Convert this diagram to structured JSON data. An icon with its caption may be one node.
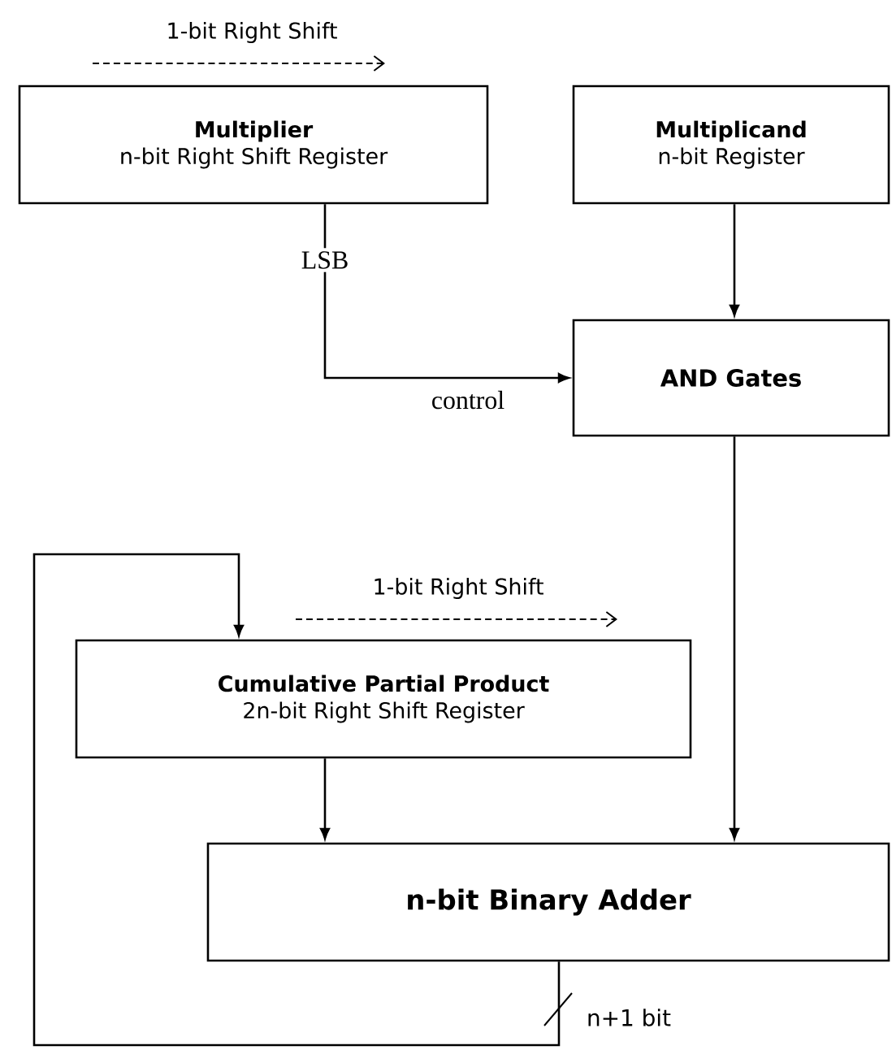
{
  "diagram": {
    "nodes": [
      {
        "text": [
          "Multiplier",
          "n-bit Right Shift Register"
        ]
      },
      {
        "text": [
          "Multiplicand",
          "n-bit Register"
        ]
      },
      {
        "text": [
          "AND Gates"
        ]
      },
      {
        "text": [
          "Cumulative Partial Product",
          "2n-bit Right Shift Register"
        ]
      },
      {
        "text": [
          "n-bit Binary Adder"
        ]
      }
    ],
    "edges": [
      {
        "from": 0,
        "to": 2,
        "arrow": "to",
        "label": "LSB"
      },
      {
        "from": 1,
        "to": 2,
        "arrow": "to"
      },
      {
        "from": 2,
        "to": 4,
        "arrow": "to"
      },
      {
        "from": 3,
        "to": 4,
        "arrow": "to"
      },
      {
        "from": 4,
        "to": 3,
        "arrow": "to",
        "label": "n+1 bit"
      }
    ],
    "labels": [
      "1-bit Right Shift",
      "control",
      "1-bit Right Shift"
    ]
  }
}
